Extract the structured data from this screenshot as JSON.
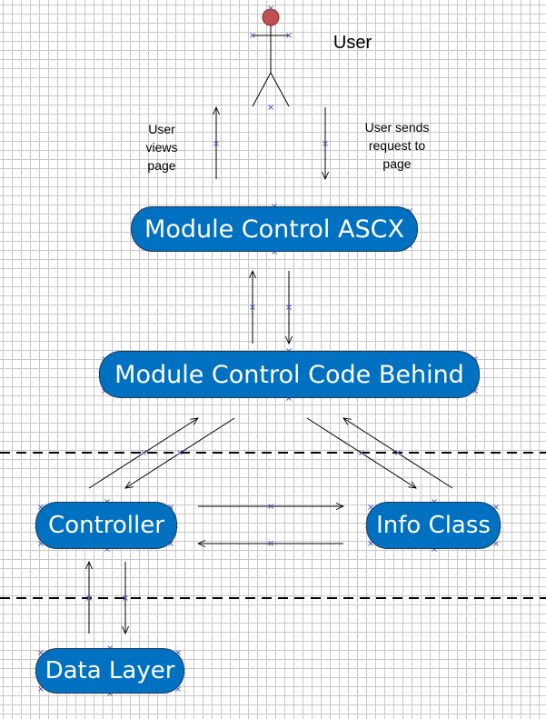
{
  "labels": {
    "user": "User",
    "user_views_page": "User\nviews\npage",
    "user_sends_request": "User sends\nrequest to\npage"
  },
  "nodes": {
    "ascx": "Module Control ASCX",
    "code_behind": "Module Control Code Behind",
    "controller": "Controller",
    "info_class": "Info Class",
    "data_layer": "Data Layer"
  },
  "colors": {
    "node_fill": "#0070c0",
    "node_text": "#ffffff",
    "actor_head": "#c0504d",
    "grid": "#c8c8c8"
  }
}
